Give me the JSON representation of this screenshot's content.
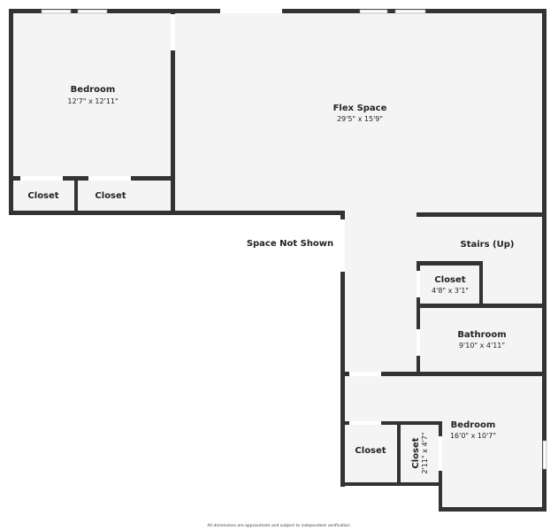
{
  "rooms": {
    "bedroom1": {
      "name": "Bedroom",
      "dims": "12'7\" x 12'11\""
    },
    "closet1": {
      "name": "Closet"
    },
    "closet2": {
      "name": "Closet"
    },
    "flex": {
      "name": "Flex Space",
      "dims": "29'5\" x 15'9\""
    },
    "not_shown": {
      "name": "Space Not Shown"
    },
    "stairs": {
      "name": "Stairs (Up)"
    },
    "closet3": {
      "name": "Closet",
      "dims": "4'8\" x 3'1\""
    },
    "bathroom": {
      "name": "Bathroom",
      "dims": "9'10\" x 4'11\""
    },
    "bedroom2": {
      "name": "Bedroom",
      "dims": "16'0\" x 10'7\""
    },
    "closet4": {
      "name": "Closet"
    },
    "closet5": {
      "name": "Closet",
      "dims": "2'11\" x 4'7\""
    }
  },
  "footer": "All dimensions are approximate and subject to independent verification",
  "colors": {
    "wall": "#333333",
    "floor": "#f4f4f4",
    "stairs_hatch": "#999999"
  }
}
